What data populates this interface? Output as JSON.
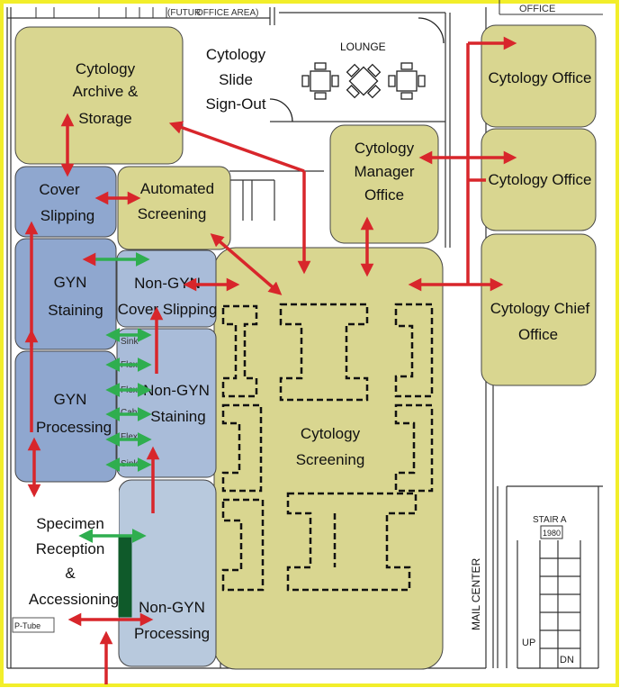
{
  "colors": {
    "olive": "#d9d690",
    "blue_dark": "#8fa7cf",
    "blue_mid": "#a9bcd9",
    "blue_light": "#b8c9dd",
    "red_arrow": "#d8262b",
    "green_arrow": "#2fae4f",
    "frame_yellow": "#f2ee2a"
  },
  "plan_labels": {
    "future_office": "(FUTUR",
    "office_area": "OFFICE AREA)",
    "office_top": "OFFICE",
    "lounge": "LOUNGE",
    "stair": "STAIR A",
    "stair_no": "1980",
    "mail_center": "MAIL CENTER",
    "up": "UP",
    "dn": "DN",
    "ptube": "P-Tube",
    "side_station": [
      "Sink",
      "Flex",
      "Flex",
      "Cab",
      "Flex",
      "Sink"
    ]
  },
  "rooms": {
    "archive": [
      "Cytology",
      "Archive &",
      "Storage"
    ],
    "signout": [
      "Cytology",
      "Slide",
      "Sign-Out"
    ],
    "manager": [
      "Cytology",
      "Manager",
      "Office"
    ],
    "office1": [
      "Cytology Office"
    ],
    "office2": [
      "Cytology Office"
    ],
    "chief": [
      "Cytology  Chief",
      "Office"
    ],
    "cover_slipping": [
      "Cover",
      "Slipping"
    ],
    "automated": [
      "Automated",
      "Screening"
    ],
    "gyn_staining": [
      "GYN",
      "Staining"
    ],
    "nongyn_cover": [
      "Non-GYN",
      "Cover Slipping"
    ],
    "gyn_processing": [
      "GYN",
      "Processing"
    ],
    "nongyn_staining": [
      "Non-GYN",
      "Staining"
    ],
    "screening": [
      "Cytology",
      "Screening"
    ],
    "specimen": [
      "Specimen",
      "Reception",
      "&",
      "Accessioning"
    ],
    "nongyn_processing": [
      "Non-GYN",
      "Processing"
    ]
  }
}
